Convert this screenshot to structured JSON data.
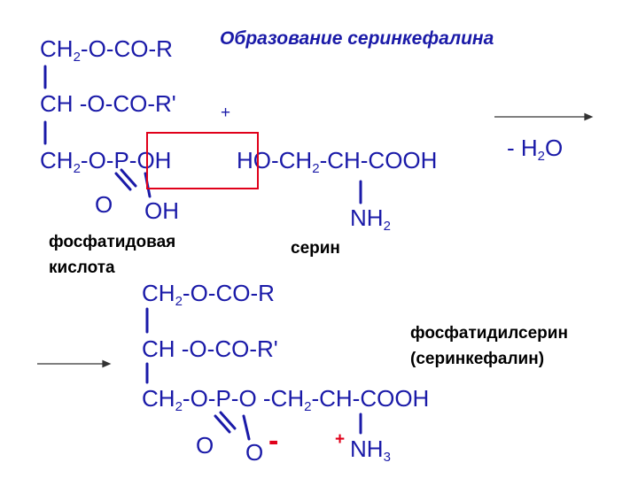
{
  "title": "Образование серинкефалина",
  "reactant1": {
    "row1": {
      "a": "CH",
      "sub": "2",
      "b": "-O-CO-R"
    },
    "row2": "CH -O-CO-R'",
    "row3": {
      "a": "CH",
      "sub": "2",
      "b": "-O-P-OH"
    },
    "o": "O",
    "oh": "OH",
    "label_line1": "фосфатидовая",
    "label_line2": "кислота"
  },
  "plus": "+",
  "reactant2": {
    "formula": {
      "a": "HO-CH",
      "sub": "2",
      "b": "-CH-COOH"
    },
    "nh2": {
      "a": "NH",
      "sub": "2"
    },
    "label": "серин"
  },
  "water": {
    "a": "- H",
    "sub": "2",
    "b": "O"
  },
  "product": {
    "row1": {
      "a": "CH",
      "sub": "2",
      "b": "-O-CO-R"
    },
    "row2": "CH -O-CO-R'",
    "row3": {
      "a": "CH",
      "sub": "2",
      "b": "-O-P-O -CH",
      "sub2": "2",
      "c": "-CH-COOH"
    },
    "o_left": "O",
    "o_minus": "O",
    "minus": "-",
    "plus_charge": "+",
    "nh3": {
      "a": "NH",
      "sub": "3"
    },
    "label_line1": "фосфатидилсерин",
    "label_line2": "(серинкефалин)"
  },
  "colors": {
    "formula": "#1a1aa8",
    "highlight_box": "#e0001a",
    "charge": "#e0001a",
    "label": "#000000"
  }
}
